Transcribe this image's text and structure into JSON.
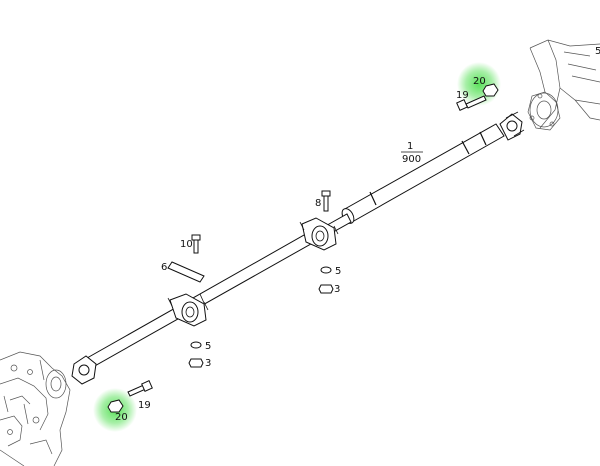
{
  "diagram": {
    "highlight_color": "#3ddc3d",
    "callouts": {
      "shaft_top": "1",
      "shaft_bottom": "900",
      "part_3a": "3",
      "part_3b": "3",
      "part_5a": "5",
      "part_5b": "5",
      "part_5_edge": "5",
      "part_6": "6",
      "part_8": "8",
      "part_10": "10",
      "part_19a": "19",
      "part_19b": "19",
      "part_20a": "20",
      "part_20b": "20"
    }
  }
}
